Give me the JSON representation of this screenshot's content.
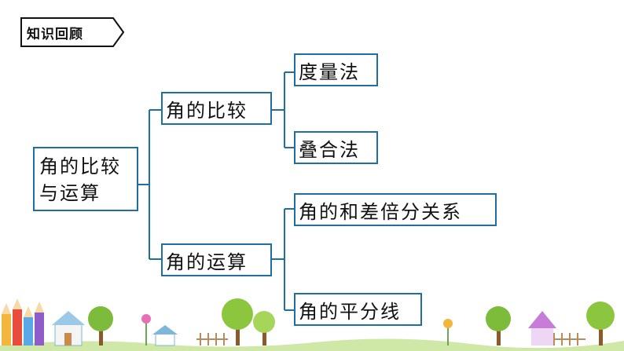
{
  "tag": {
    "text": "知识回顾"
  },
  "root": {
    "line1": "角的比较",
    "line2": "与运算"
  },
  "branches": [
    {
      "label": "角的比较",
      "children": [
        "度量法",
        "叠合法"
      ]
    },
    {
      "label": "角的运算",
      "children": [
        "角的和差倍分关系",
        "角的平分线"
      ]
    }
  ],
  "colors": {
    "line": "#1f6fa3",
    "tag_border": "#111111",
    "grass": "#8cc63f",
    "tree": "#7dbb3a"
  }
}
